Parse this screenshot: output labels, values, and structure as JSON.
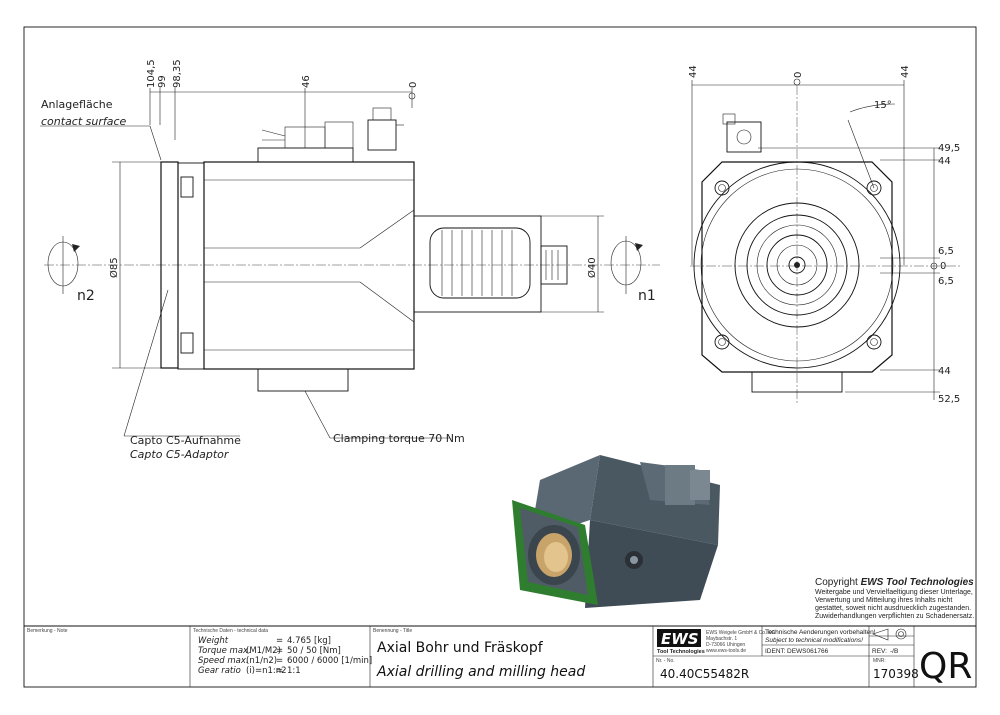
{
  "labels": {
    "contact_surface_de": "Anlagefläche",
    "contact_surface_en": "contact surface",
    "adaptor_de": "Capto C5-Aufnahme",
    "adaptor_en": "Capto C5-Adaptor",
    "clamping_torque": "Clamping torque 70 Nm",
    "n1": "n1",
    "n2": "n2"
  },
  "dimensions_side": {
    "d104_5": "104,5",
    "d99": "99",
    "d98_35": "98,35",
    "d46": "46",
    "d0": "0",
    "d85": "Ø85",
    "d40": "Ø40"
  },
  "dimensions_front": {
    "left44": "44",
    "top0": "0",
    "right44": "44",
    "angle": "15°",
    "r49_5": "49,5",
    "r44a": "44",
    "r6_5a": "6,5",
    "r0": "0",
    "r6_5b": "6,5",
    "r44b": "44",
    "r52_5": "52,5"
  },
  "copyright": {
    "line1_pre": "Copyright ",
    "line1_brand": "EWS Tool Technologies",
    "line2": "Weitergabe und Vervielfaeltigung dieser Unterlage,",
    "line3": "Verwertung und Mitteilung ihres Inhalts nicht",
    "line4": "gestattet, soweit nicht ausdruecklich zugestanden.",
    "line5": "Zuwiderhandlungen verpflichten zu Schadenersatz."
  },
  "title_block": {
    "remark_label": "Bemerkung - Note",
    "tech_label": "Technische Daten - technical data",
    "tech_rows": [
      {
        "key": "Weight",
        "param": "",
        "value": "4.765 [kg]"
      },
      {
        "key": "Torque max.",
        "param": "(M1/M2)",
        "value": "50 / 50 [Nm]"
      },
      {
        "key": "Speed max.",
        "param": "(n1/n2)",
        "value": "6000 / 6000 [1/min]"
      },
      {
        "key": "Gear ratio",
        "param": "(i)=n1:n2",
        "value": "1:1"
      }
    ],
    "name_label": "Benennung - Title",
    "title_de": "Axial Bohr und Fräskopf",
    "title_en": "Axial drilling and milling head",
    "logo": "EWS",
    "logo_sub": "Tool Technologies",
    "company_lines": [
      "EWS Weigele GmbH & Co. KG",
      "Maybachstr. 1",
      "D-73066 Uhingen",
      "www.ews-tools.de"
    ],
    "mod_de": "Technische Aenderungen vorbehalten!",
    "mod_en": "Subject to technical modifications!",
    "ident_label": "IDENT:",
    "ident_value": "DEWS061766",
    "rev_label": "REV:",
    "rev_value": "-/B",
    "nr_label": "Nr. - No.",
    "nr_value": "40.40C55482R",
    "mnr_label": "MNR:",
    "mnr_value": "170398",
    "qr": "QR"
  },
  "colors": {
    "housing_dark": "#3d4a55",
    "housing_mid": "#55636e",
    "flange_green": "#3a8a3a",
    "bronze": "#c9a46a"
  }
}
